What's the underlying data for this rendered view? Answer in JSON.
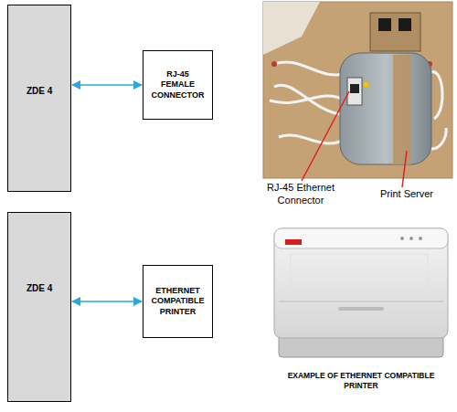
{
  "diagram": {
    "nodes": [
      {
        "text": [
          "ZDE 4"
        ]
      },
      {
        "text": [
          "RJ-45 FEMALE CONNECTOR"
        ]
      },
      {
        "text": [
          "ZDE 4"
        ]
      },
      {
        "text": [
          "ETHERNET COMPATIBLE PRINTER"
        ]
      }
    ],
    "edges": [
      {
        "from": 0,
        "to": 1,
        "arrow": "both"
      },
      {
        "from": 2,
        "to": 3,
        "arrow": "both"
      }
    ],
    "labels": [
      "RJ-45 Ethernet Connector",
      "Print Server",
      "EXAMPLE OF ETHERNET COMPATIBLE PRINTER"
    ]
  }
}
